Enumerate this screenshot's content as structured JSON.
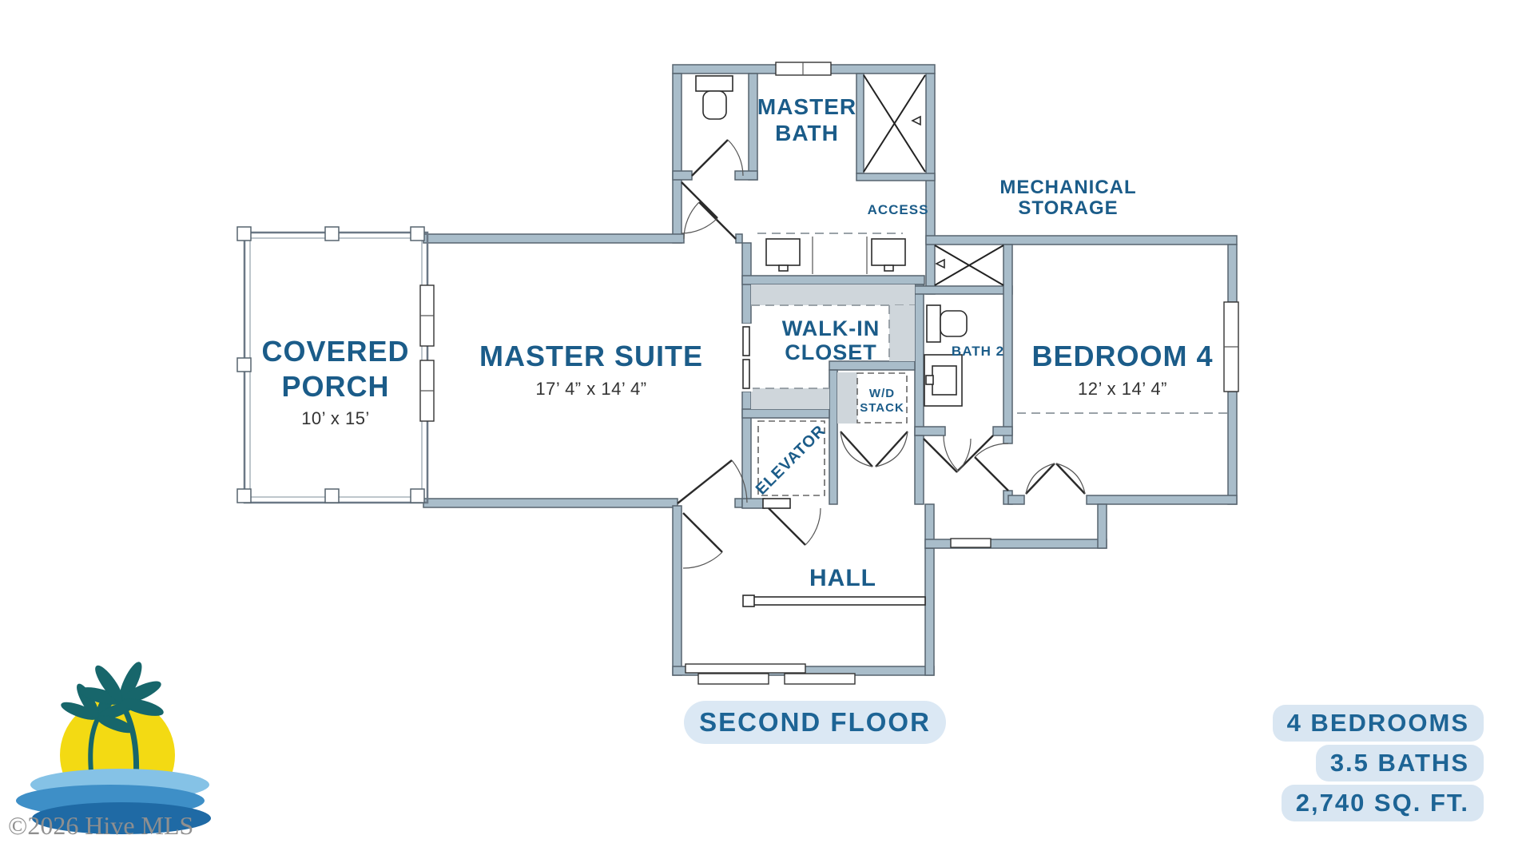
{
  "rooms": {
    "master_bath": {
      "line1": "MASTER",
      "line2": "BATH"
    },
    "access": {
      "label": "ACCESS"
    },
    "mechanical_storage": {
      "line1": "MECHANICAL",
      "line2": "STORAGE"
    },
    "covered_porch": {
      "line1": "COVERED",
      "line2": "PORCH",
      "dims": "10’ x 15’"
    },
    "master_suite": {
      "name": "MASTER SUITE",
      "dims": "17’ 4” x 14’ 4”"
    },
    "walk_in_closet": {
      "line1": "WALK-IN",
      "line2": "CLOSET"
    },
    "wd_stack": {
      "line1": "W/D",
      "line2": "STACK"
    },
    "bath_2": {
      "name": "BATH 2"
    },
    "bedroom_4": {
      "name": "BEDROOM 4",
      "dims": "12’ x 14’ 4”"
    },
    "elevator": {
      "name": "ELEVATOR"
    },
    "hall": {
      "name": "HALL"
    }
  },
  "footer": {
    "floor_label": "SECOND FLOOR",
    "stats": [
      "4 BEDROOMS",
      "3.5 BATHS",
      "2,740 SQ. FT."
    ]
  },
  "watermark": "©2026 Hive MLS",
  "colors": {
    "room_label_blue": "#1b5c89",
    "footer_blue": "#1d6495",
    "wall_fill": "#a9bdca",
    "wall_stroke": "#57646f",
    "pill_bg": "#dbe8f4",
    "shelf_gray": "#cfd6db",
    "sun_yellow": "#f3da13",
    "palm_teal": "#17666b",
    "wave_blue": "#3e8fc7",
    "watermark_gray": "#8f8f8f"
  }
}
